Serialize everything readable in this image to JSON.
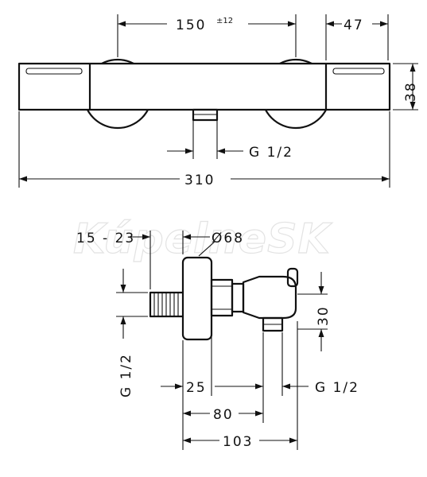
{
  "watermark": "KúpelneSK",
  "top_view": {
    "dim_width_center": "150",
    "dim_width_center_tol": "±12",
    "dim_end_cap": "47",
    "dim_height": "38",
    "dim_inlet_thread": "G 1/2",
    "dim_total_length": "310"
  },
  "side_view": {
    "dim_projection_range": "15 - 23",
    "dim_rosette_diameter": "Ø68",
    "dim_inlet_thread": "G 1/2",
    "dim_outlet_height": "30",
    "dim_25": "25",
    "dim_outlet_thread": "G 1/2",
    "dim_80": "80",
    "dim_103": "103"
  },
  "colors": {
    "line": "#111111",
    "watermark": "#e3e3e3",
    "background": "#ffffff"
  }
}
